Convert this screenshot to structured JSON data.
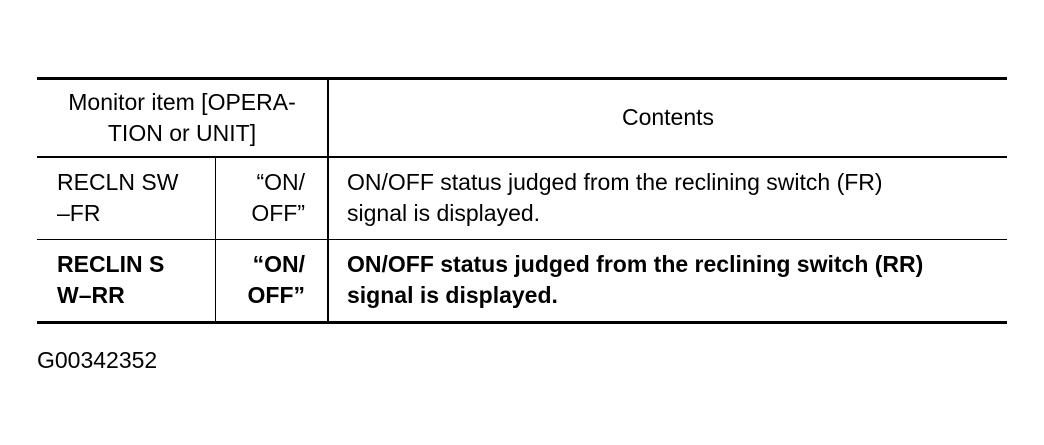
{
  "table": {
    "header": {
      "monitor_item": "Monitor item [OPERA-\nTION or UNIT]",
      "contents": "Contents"
    },
    "rows": [
      {
        "item": "RECLN  SW\n–FR",
        "unit": "“ON/\nOFF”",
        "contents": "ON/OFF status judged from the reclining switch (FR)\nsignal is displayed."
      },
      {
        "item": "RECLIN  S\nW–RR",
        "unit": "“ON/\nOFF”",
        "contents": "ON/OFF status judged from the reclining switch (RR)\nsignal is displayed."
      }
    ]
  },
  "figure_code": "G00342352"
}
